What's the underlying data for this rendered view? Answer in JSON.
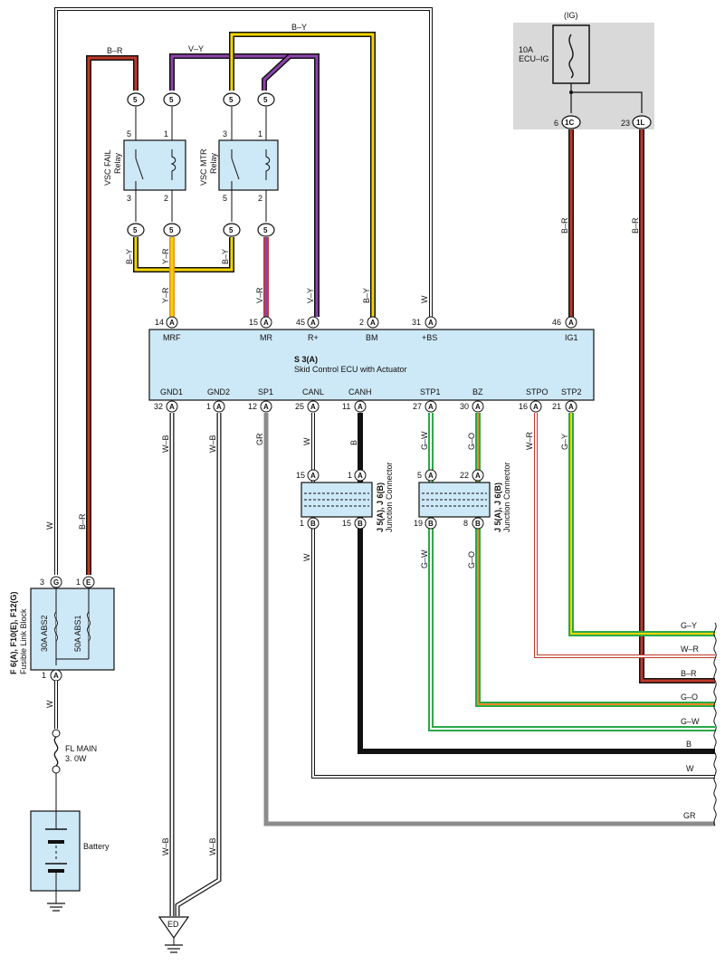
{
  "ig": {
    "header": "(IG)",
    "fuse_amp": "10A",
    "fuse_name": "ECU–IG",
    "pin_left": "6",
    "pin_right": "23",
    "conn_left": "1C",
    "conn_right": "1L"
  },
  "relays": {
    "fail": {
      "title": "VSC FAIL",
      "sub": "Relay",
      "t5": "5",
      "t1": "1",
      "t3": "3",
      "t2": "2",
      "conn": "5"
    },
    "mtr": {
      "title": "VSC MTR",
      "sub": "Relay",
      "t3": "3",
      "t1": "1",
      "t5": "5",
      "t2": "2",
      "conn": "5"
    }
  },
  "top_wires": {
    "br": "B–R",
    "vy": "V–Y",
    "by": "B–Y"
  },
  "ecu": {
    "ref": "S 3(A)",
    "name": "Skid Control ECU with Actuator",
    "conn": "A",
    "top_pins": [
      {
        "num": "14",
        "name": "MRF",
        "wire": "Y–R"
      },
      {
        "num": "15",
        "name": "MR",
        "wire": "V–R"
      },
      {
        "num": "45",
        "name": "R+",
        "wire": "V–Y"
      },
      {
        "num": "2",
        "name": "BM",
        "wire": "B–Y"
      },
      {
        "num": "31",
        "name": "+BS",
        "wire": "W"
      },
      {
        "num": "46",
        "name": "IG1",
        "wire": "B–R"
      }
    ],
    "bottom_pins": [
      {
        "num": "32",
        "name": "GND1",
        "wire": "W–B"
      },
      {
        "num": "1",
        "name": "GND2",
        "wire": "W–B"
      },
      {
        "num": "12",
        "name": "SP1",
        "wire": "GR"
      },
      {
        "num": "25",
        "name": "CANL",
        "wire": "W"
      },
      {
        "num": "11",
        "name": "CANH",
        "wire": "B"
      },
      {
        "num": "27",
        "name": "STP1",
        "wire": "G–W"
      },
      {
        "num": "30",
        "name": "BZ",
        "wire": "G–O"
      },
      {
        "num": "16",
        "name": "STPO",
        "wire": "W–R"
      },
      {
        "num": "21",
        "name": "STP2",
        "wire": "G–Y"
      }
    ]
  },
  "relay_lower_wires": {
    "by": "B–Y",
    "yr": "Y–R",
    "vr": "V–R"
  },
  "jc1": {
    "ref": "J 5(A), J 6(B)",
    "name": "Junction Connector",
    "tl": "15",
    "tr": "1",
    "bl": "1",
    "br": "15",
    "ca": "A",
    "cb": "B"
  },
  "jc2": {
    "ref": "J 5(A), J 6(B)",
    "name": "Junction Connector",
    "tl": "5",
    "tr": "22",
    "bl": "19",
    "br": "8",
    "ca": "A",
    "cb": "B"
  },
  "fusible": {
    "ref": "F 6(A), F10(E), F12(G)",
    "name": "Fusible Link Block",
    "fuse1": "30A ABS2",
    "fuse2": "50A ABS1",
    "pin_g": "3",
    "conn_g": "G",
    "pin_e": "1",
    "conn_e": "E",
    "pin_a": "1",
    "conn_a": "A",
    "wire_w": "W",
    "wire_br": "B–R"
  },
  "mid_wires": {
    "cw": "W",
    "cb": "B",
    "gw": "G–W",
    "go": "G–O"
  },
  "fl_main": {
    "name": "FL MAIN",
    "rating": "3. 0W",
    "wire": "W"
  },
  "battery": {
    "label": "Battery"
  },
  "ground": {
    "label": "ED",
    "wire": "W–B"
  },
  "right_wires": [
    "G–Y",
    "W–R",
    "B–R",
    "G–O",
    "G–W",
    "B",
    "W",
    "GR"
  ],
  "colors": {
    "ecu_fill": "#cde8f6",
    "ig_box": "#d9d9d9",
    "red": "#c0392b",
    "yellow": "#f5d500",
    "violet": "#8e44ad",
    "green": "#2ca84a",
    "gray": "#8c8c8c"
  }
}
